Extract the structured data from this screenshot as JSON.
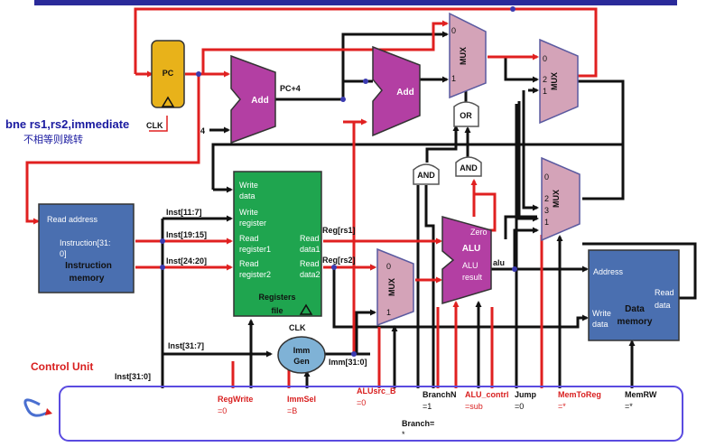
{
  "colors": {
    "red_path": "#e02020",
    "black_path": "#111111",
    "pc": "#e8b21a",
    "adder": "#b33fa3",
    "mux": "#d4a3b8",
    "registers": "#1fa54f",
    "memory": "#4a6fb0",
    "control_unit_border": "#5a4be0",
    "top_bar": "#2a2a9a"
  },
  "annotation": {
    "instruction": "bne  rs1,rs2,immediate",
    "description": "不相等则跳转"
  },
  "blocks": {
    "pc": "PC",
    "clk_pc": "CLK",
    "add1": "Add",
    "add1_out": "PC+4",
    "add1_const": "4",
    "add2": "Add",
    "mux": "MUX",
    "or_gate": "OR",
    "and1": "AND",
    "and2": "AND",
    "alu": "ALU",
    "alu_zero": "Zero",
    "alu_result_1": "ALU",
    "alu_result_2": "result",
    "alu_out": "alu",
    "imm_gen_1": "Imm",
    "imm_gen_2": "Gen",
    "imm_out": "Imm[31:0]"
  },
  "instruction_memory": {
    "read_address": "Read address",
    "instruction_1": "Instruction[31:",
    "instruction_2": "0]",
    "title_1": "Instruction",
    "title_2": "memory"
  },
  "registers": {
    "write_data_1": "Write",
    "write_data_2": "data",
    "write_register_1": "Write",
    "write_register_2": "register",
    "read_register1_1": "Read",
    "read_register1_2": "register1",
    "read_register2_1": "Read",
    "read_register2_2": "register2",
    "read_data1_1": "Read",
    "read_data1_2": "data1",
    "read_data2_1": "Read",
    "read_data2_2": "data2",
    "title_1": "Registers",
    "title_2": "file",
    "clk": "CLK"
  },
  "data_memory": {
    "address": "Address",
    "write_data_1": "Write",
    "write_data_2": "data",
    "read_data_1": "Read",
    "read_data_2": "data",
    "title_1": "Data",
    "title_2": "memory"
  },
  "wires": {
    "inst_11_7": "Inst[11:7]",
    "inst_19_15": "Inst[19:15]",
    "inst_24_20": "Inst[24:20]",
    "inst_31_7": "Inst[31:7]",
    "inst_31_0": "Inst[31:0]",
    "reg_rs1": "Reg[rs1]",
    "reg_rs2": "Reg[rs2]"
  },
  "mux_ports": {
    "m0": "0",
    "m1": "1",
    "m2": "2",
    "m3": "3"
  },
  "control_unit": {
    "title": "Control Unit",
    "signals": [
      {
        "name": "RegWrite",
        "value": "=0",
        "red": true
      },
      {
        "name": "ImmSel",
        "value": "=B",
        "red": true
      },
      {
        "name": "ALUsrc_B",
        "value": "=0",
        "red": true
      },
      {
        "name": "Branch=",
        "value": "*",
        "red": false
      },
      {
        "name": "BranchN",
        "value": "=1",
        "red": false
      },
      {
        "name": "ALU_contrl",
        "value": "=sub",
        "red": true
      },
      {
        "name": "Jump",
        "value": "=0",
        "red": false
      },
      {
        "name": "MemToReg",
        "value": "=*",
        "red": true
      },
      {
        "name": "MemRW",
        "value": "=*",
        "red": false
      }
    ]
  }
}
